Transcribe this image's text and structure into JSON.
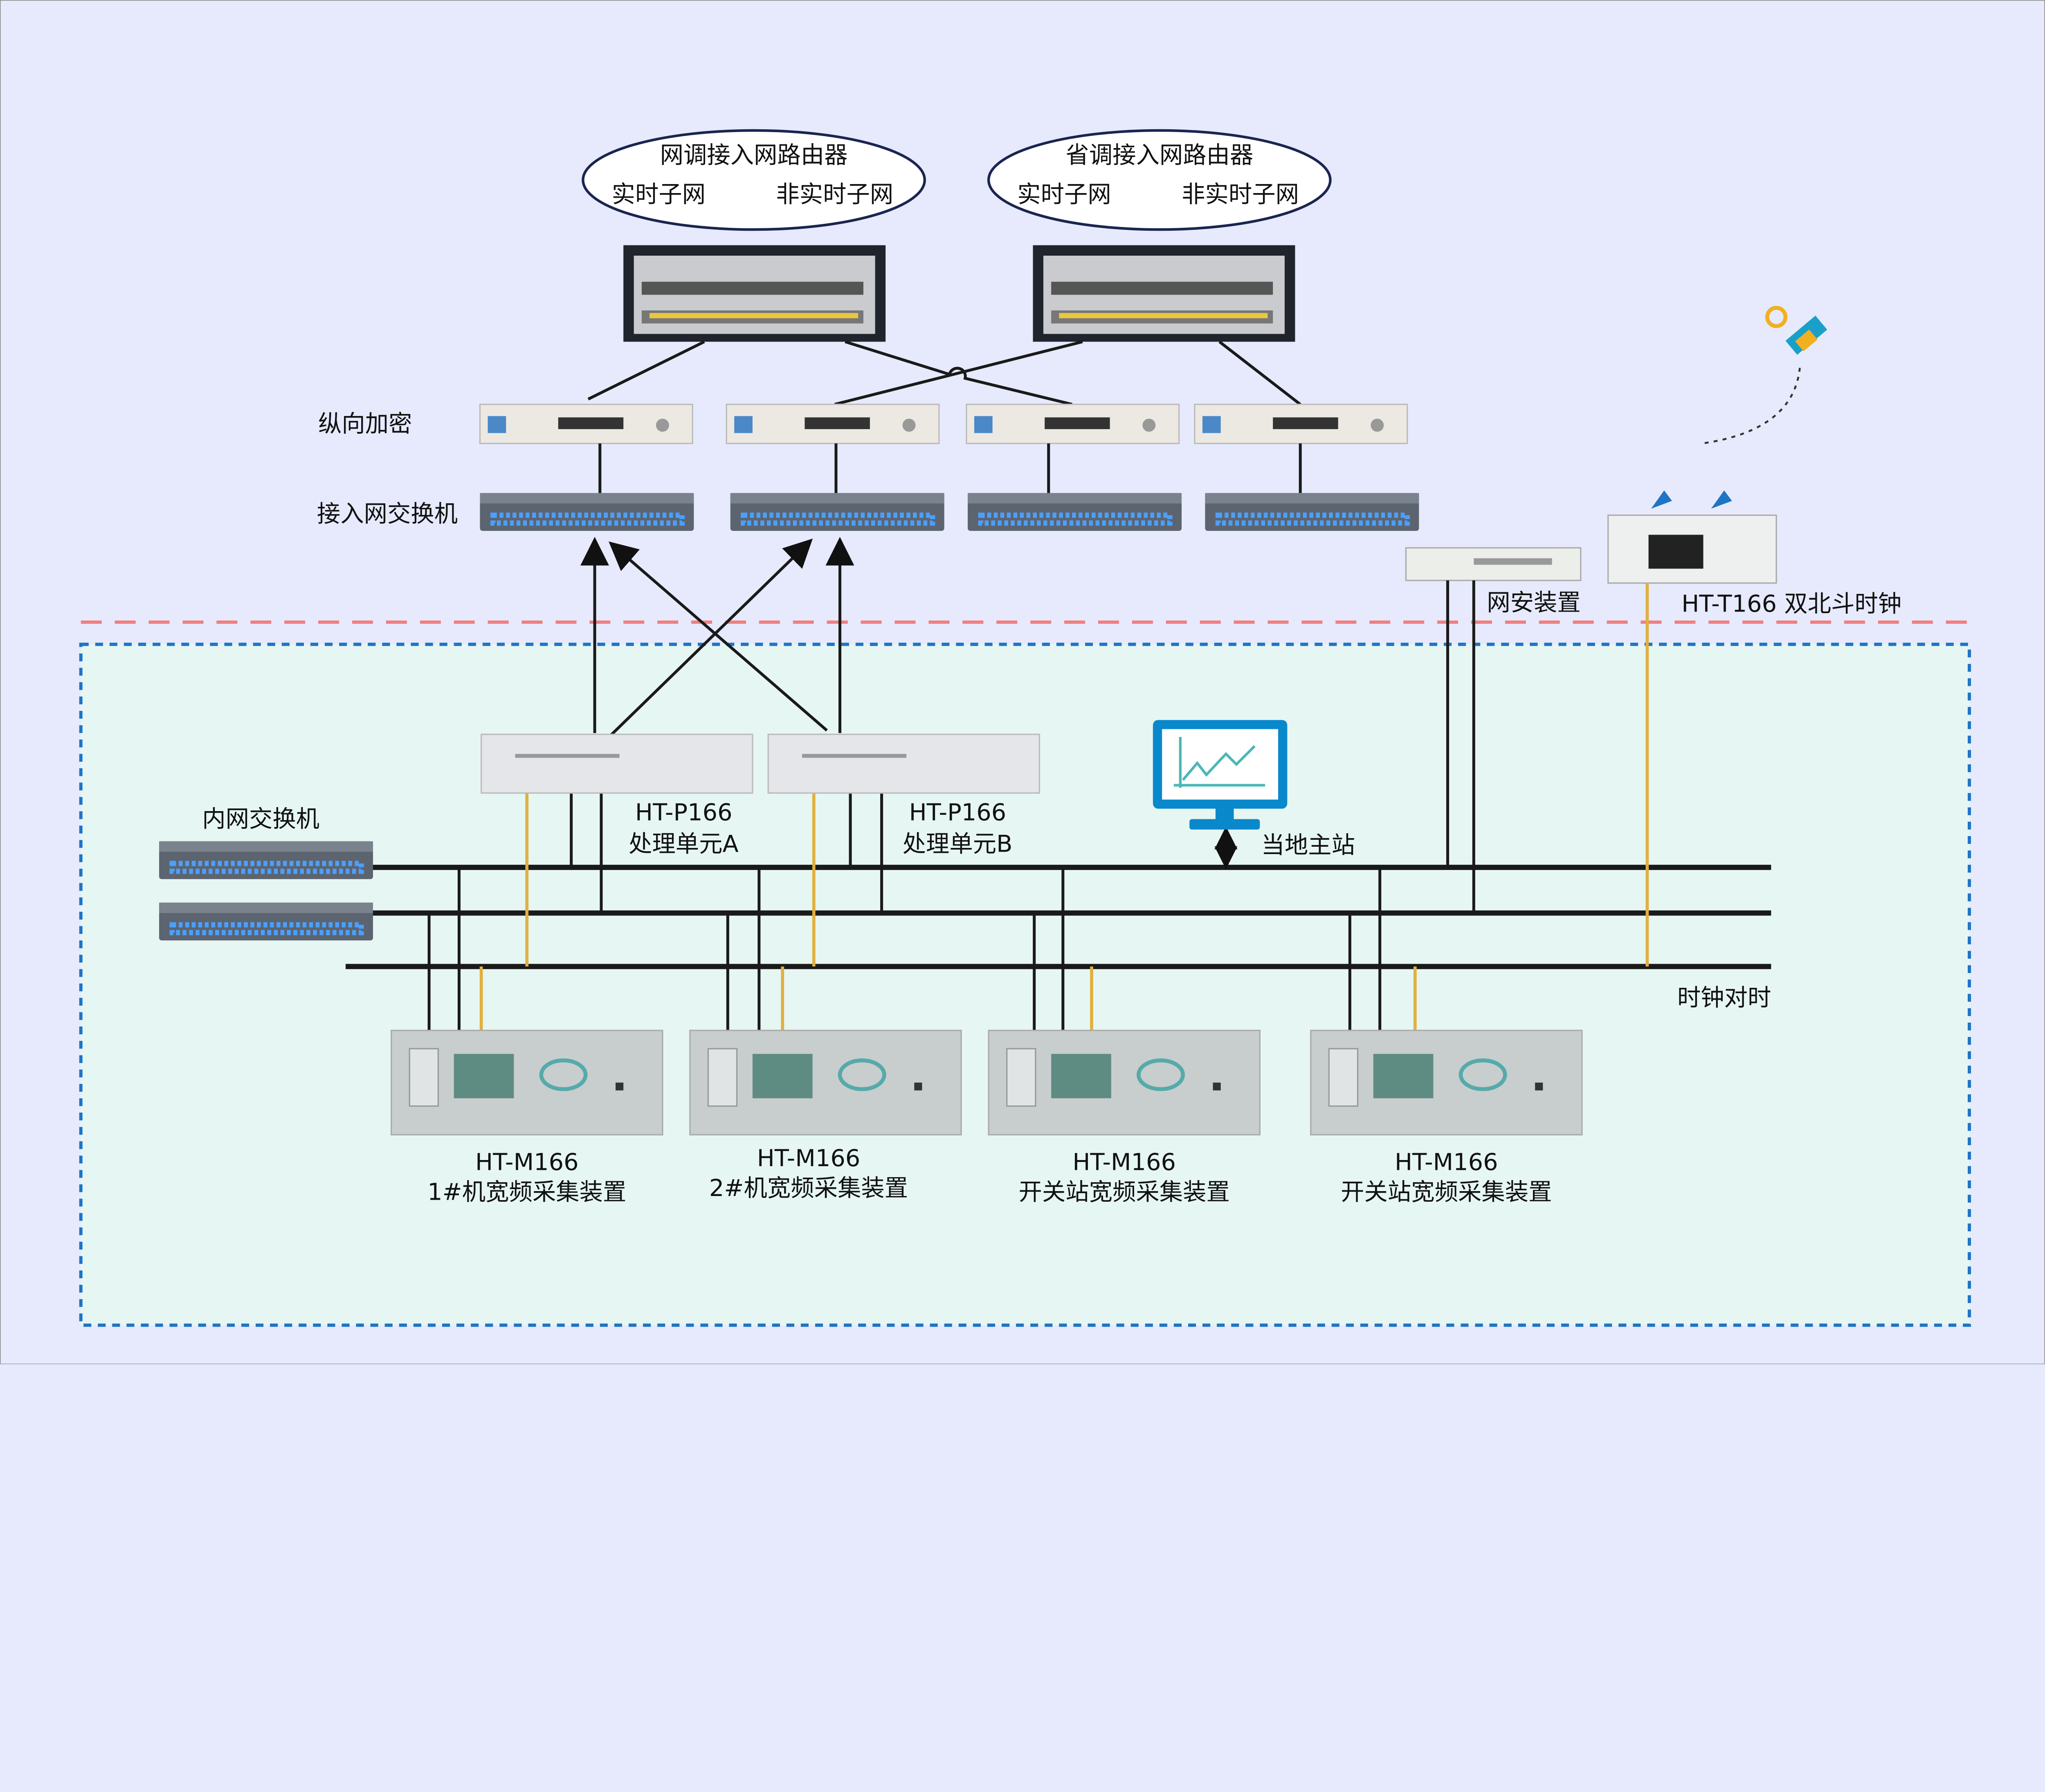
{
  "routers": [
    {
      "title": "网调接入网路由器",
      "left": "实时子网",
      "right": "非实时子网"
    },
    {
      "title": "省调接入网路由器",
      "left": "实时子网",
      "right": "非实时子网"
    }
  ],
  "labels": {
    "encryption": "纵向加密",
    "access_switch": "接入网交换机",
    "inner_switch": "内网交换机",
    "net_security": "网安装置",
    "clock": "HT-T166 双北斗时钟",
    "proc_a_model": "HT-P166",
    "proc_a_name": "处理单元A",
    "proc_b_model": "HT-P166",
    "proc_b_name": "处理单元B",
    "local_master": "当地主站",
    "time_sync": "时钟对时"
  },
  "units": [
    {
      "model": "HT-M166",
      "name": "1#机宽频采集装置"
    },
    {
      "model": "HT-M166",
      "name": "2#机宽频采集装置"
    },
    {
      "model": "HT-M166",
      "name": "开关站宽频采集装置"
    },
    {
      "model": "HT-M166",
      "name": "开关站宽频采集装置"
    }
  ],
  "colors": {
    "background": "#e6eafc",
    "inner_zone": "#e6f6f3",
    "zone_border": "#1f74c4",
    "security_line": "#f08080",
    "clock_wire": "#e0b040",
    "monitor": "#0a88cc"
  }
}
